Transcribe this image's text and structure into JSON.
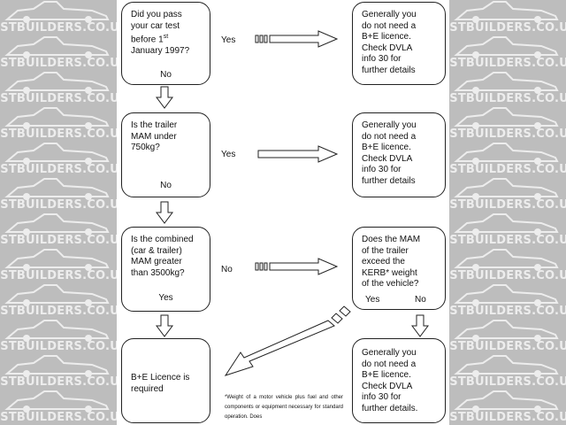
{
  "watermark": {
    "text": "LOCOSTBUILDERS.CO.UK",
    "brand_color": "#ededed"
  },
  "questions": [
    {
      "text": "Did you pass\nyour car test\nbefore 1",
      "superscript": "st",
      "text_cont": "\nJanuary 1997?",
      "yes": "Yes",
      "no": "No"
    },
    {
      "text": "Is the trailer\nMAM under\n750kg?",
      "yes": "Yes",
      "no": "No"
    },
    {
      "text": "Is the combined\n(car & trailer)\nMAM greater\nthan 3500kg?",
      "yes": "Yes",
      "no": "No"
    },
    {
      "text": "Does the MAM\nof the trailer\nexceed the\nKERB* weight\nof the vehicle?",
      "yes": "Yes",
      "no": "No"
    }
  ],
  "outcomes": {
    "no_licence_1": "Generally you\ndo not need a\nB+E licence.\nCheck DVLA\ninfo 30 for\nfurther details",
    "no_licence_2": "Generally you\ndo not need a\nB+E licence.\nCheck DVLA\ninfo 30 for\nfurther details",
    "no_licence_3": "Generally you\ndo not need a\nB+E licence.\nCheck DVLA\ninfo 30 for\nfurther details.",
    "licence_required": "B+E Licence is\nrequired"
  },
  "footnote": "*Weight of a motor vehicle plus fuel and other components or equipment necessary for standard operation. Does"
}
